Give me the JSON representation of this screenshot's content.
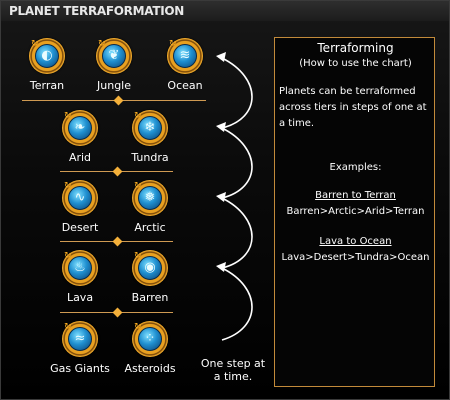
{
  "title": "PLANET TERRAFORMATION",
  "planets": [
    {
      "key": "terran",
      "label": "Terran",
      "icon": "terran-icon",
      "glyph": "◐"
    },
    {
      "key": "jungle",
      "label": "Jungle",
      "icon": "jungle-icon",
      "glyph": "❦"
    },
    {
      "key": "ocean",
      "label": "Ocean",
      "icon": "ocean-icon",
      "glyph": "≋"
    },
    {
      "key": "arid",
      "label": "Arid",
      "icon": "arid-icon",
      "glyph": "❧"
    },
    {
      "key": "tundra",
      "label": "Tundra",
      "icon": "tundra-icon",
      "glyph": "❄"
    },
    {
      "key": "desert",
      "label": "Desert",
      "icon": "desert-icon",
      "glyph": "∿"
    },
    {
      "key": "arctic",
      "label": "Arctic",
      "icon": "arctic-icon",
      "glyph": "❅"
    },
    {
      "key": "lava",
      "label": "Lava",
      "icon": "lava-icon",
      "glyph": "♨"
    },
    {
      "key": "barren",
      "label": "Barren",
      "icon": "barren-icon",
      "glyph": "◉"
    },
    {
      "key": "gas_giants",
      "label": "Gas Giants",
      "icon": "gas-giants-icon",
      "glyph": "≈"
    },
    {
      "key": "asteroids",
      "label": "Asteroids",
      "icon": "asteroids-icon",
      "glyph": "⁘"
    }
  ],
  "panel": {
    "heading": "Terraforming",
    "subheading": "(How to use the chart)",
    "description": [
      "Planets can be terraformed",
      "across tiers in steps of one at",
      "a time."
    ],
    "examples_label": "Examples:",
    "example1_title": "Barren to Terran",
    "example1_path": "Barren>Arctic>Arid>Terran",
    "example2_title": "Lava to Ocean",
    "example2_path": "Lava>Desert>Tundra>Ocean"
  },
  "step_note": [
    "One step at",
    "a time."
  ],
  "colors": {
    "accent": "#f4b03a",
    "divider": "#cf9a52",
    "panel_border": "#c28a3a",
    "planet_ring": "#f0a828",
    "planet_core": "#1f8fd0"
  }
}
